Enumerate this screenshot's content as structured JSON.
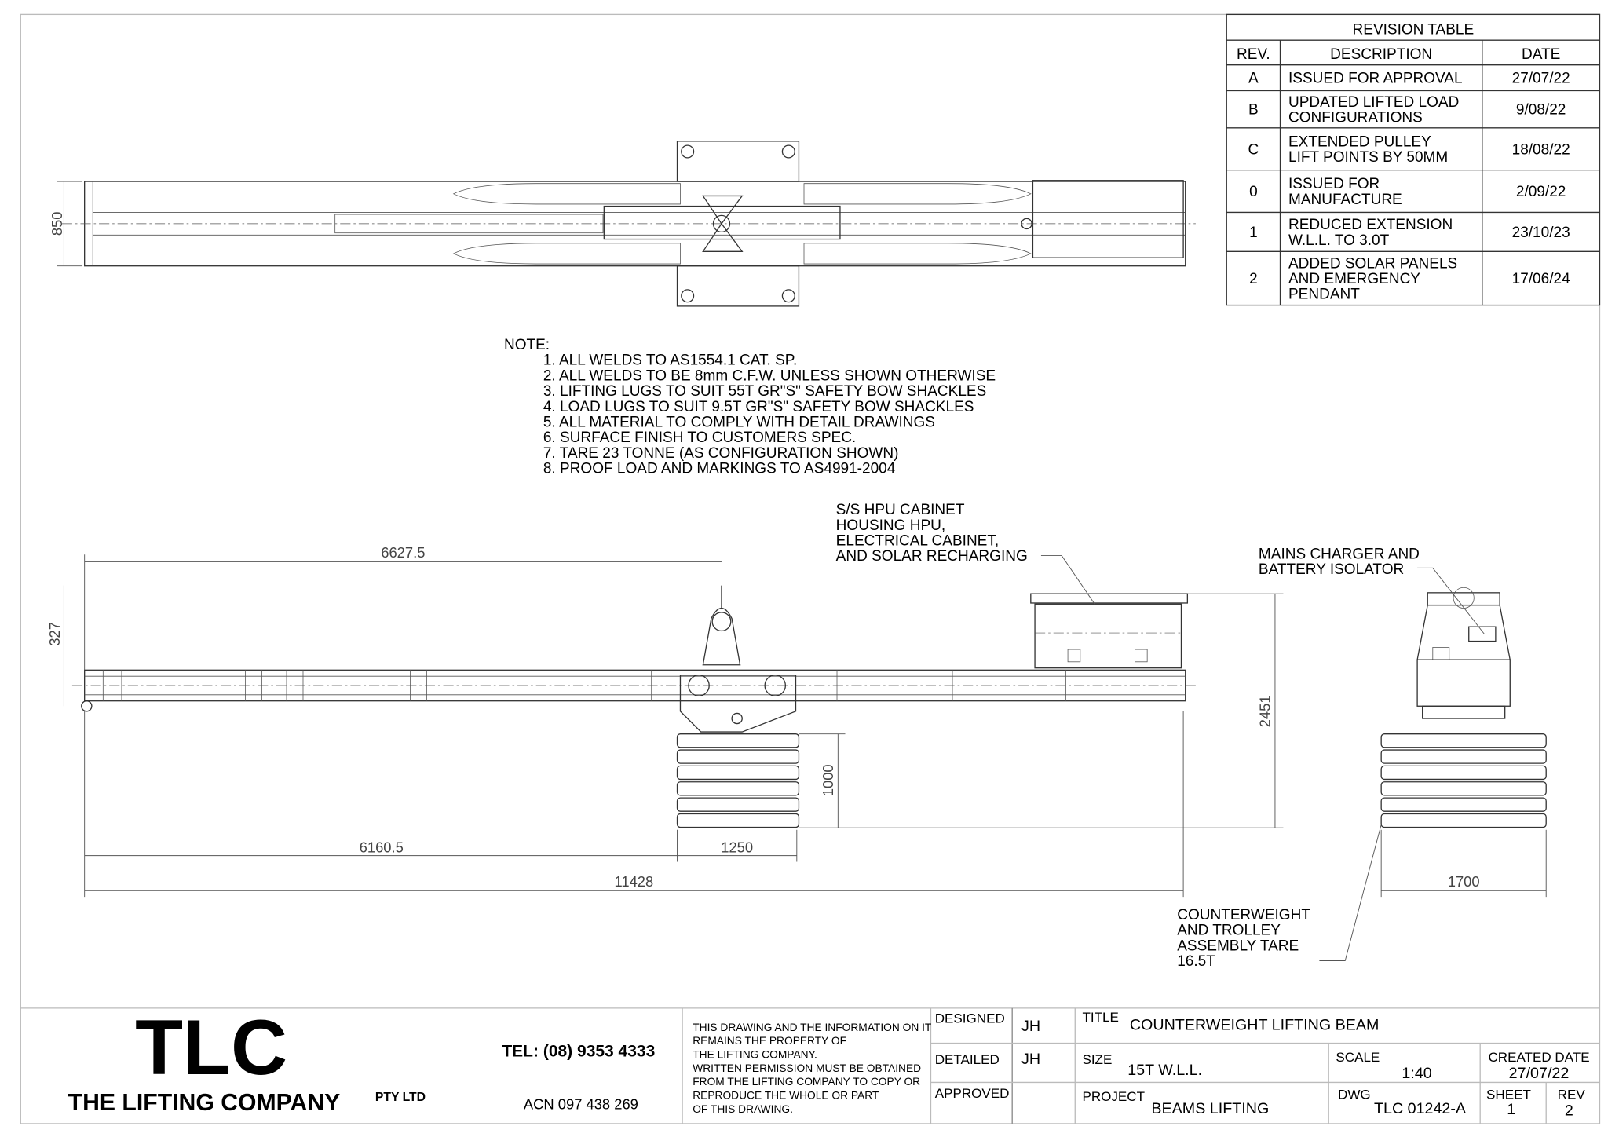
{
  "revision_table": {
    "title": "REVISION TABLE",
    "headers": [
      "REV.",
      "DESCRIPTION",
      "DATE"
    ],
    "rows": [
      {
        "rev": "A",
        "desc": [
          "ISSUED FOR APPROVAL"
        ],
        "date": "27/07/22"
      },
      {
        "rev": "B",
        "desc": [
          "UPDATED LIFTED LOAD",
          "CONFIGURATIONS"
        ],
        "date": "9/08/22"
      },
      {
        "rev": "C",
        "desc": [
          "EXTENDED PULLEY",
          "LIFT POINTS BY 50MM"
        ],
        "date": "18/08/22"
      },
      {
        "rev": "0",
        "desc": [
          "ISSUED FOR",
          "MANUFACTURE"
        ],
        "date": "2/09/22"
      },
      {
        "rev": "1",
        "desc": [
          "REDUCED EXTENSION",
          "W.L.L. TO 3.0T"
        ],
        "date": "23/10/23"
      },
      {
        "rev": "2",
        "desc": [
          "ADDED SOLAR PANELS",
          "AND EMERGENCY",
          "PENDANT"
        ],
        "date": "17/06/24"
      }
    ]
  },
  "notes": {
    "heading": "NOTE:",
    "items": [
      "1. ALL WELDS TO AS1554.1 CAT. SP.",
      "2. ALL WELDS TO BE 8mm C.F.W. UNLESS SHOWN OTHERWISE",
      "3. LIFTING LUGS TO SUIT 55T GR\"S\" SAFETY BOW SHACKLES",
      "4. LOAD LUGS TO SUIT 9.5T GR\"S\" SAFETY BOW SHACKLES",
      "5. ALL MATERIAL TO COMPLY WITH DETAIL DRAWINGS",
      "6. SURFACE FINISH TO CUSTOMERS SPEC.",
      "7. TARE 23 TONNE (AS CONFIGURATION SHOWN)",
      "8. PROOF LOAD AND MARKINGS TO AS4991-2004"
    ]
  },
  "dimensions": {
    "top_width": "850",
    "lug_height": "327",
    "lift_point": "6627.5",
    "to_trolley": "6160.5",
    "trolley_width": "1250",
    "overall_length": "11428",
    "stack_height": "1000",
    "overall_height": "2451",
    "end_width": "1700"
  },
  "callouts": {
    "hpu": [
      "S/S HPU CABINET",
      "HOUSING HPU,",
      "ELECTRICAL CABINET,",
      "AND SOLAR RECHARGING"
    ],
    "charger": [
      "MAINS CHARGER AND",
      "BATTERY ISOLATOR"
    ],
    "counterweight": [
      "COUNTERWEIGHT",
      "AND TROLLEY",
      "ASSEMBLY TARE",
      "16.5T"
    ]
  },
  "title_block": {
    "logo": "TLC",
    "company": "THE LIFTING COMPANY",
    "company_suffix": "PTY LTD",
    "tel": "TEL: (08) 9353 4333",
    "acn": "ACN 097 438 269",
    "disclaimer": [
      "THIS DRAWING AND THE INFORMATION ON IT",
      "REMAINS THE PROPERTY OF",
      "THE LIFTING COMPANY.",
      "WRITTEN PERMISSION MUST BE OBTAINED",
      "FROM THE LIFTING COMPANY TO COPY OR",
      "REPRODUCE THE WHOLE OR PART",
      "OF THIS DRAWING."
    ],
    "designed_label": "DESIGNED",
    "designed": "JH",
    "detailed_label": "DETAILED",
    "detailed": "JH",
    "approved_label": "APPROVED",
    "title_label": "TITLE",
    "title": "COUNTERWEIGHT LIFTING BEAM",
    "size_label": "SIZE",
    "size": "15T W.L.L.",
    "scale_label": "SCALE",
    "scale": "1:40",
    "created_label": "CREATED DATE",
    "created": "27/07/22",
    "project_label": "PROJECT",
    "project": "BEAMS LIFTING",
    "dwg_label": "DWG",
    "dwg": "TLC 01242-A",
    "sheet_label": "SHEET",
    "sheet": "1",
    "rev_label": "REV",
    "rev": "2"
  }
}
